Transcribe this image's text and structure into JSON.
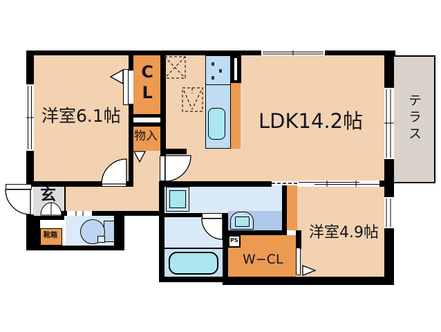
{
  "plan": {
    "type": "apartment-floorplan",
    "rooms": {
      "bedroom1": {
        "label": "洋室6.1帖"
      },
      "ldk": {
        "label": "LDK14.2帖"
      },
      "bedroom2": {
        "label": "洋室4.9帖"
      },
      "closet": {
        "label": "CL"
      },
      "storage": {
        "label": "物入"
      },
      "entrance": {
        "label": "玄"
      },
      "shoe_box": {
        "label": "靴箱"
      },
      "walk_in_closet": {
        "label": "W−CL"
      },
      "pipe_space": {
        "label": "PS"
      },
      "terrace": {
        "label": "テラス"
      }
    },
    "fixtures": [
      "kitchen-sink",
      "stove",
      "refrigerator-space",
      "washer-space",
      "washing-machine-pan",
      "washbasin",
      "toilet",
      "bathtub"
    ],
    "colors": {
      "floor_peach": "#f2d2b0",
      "closet_orange": "#ec9a52",
      "wet_area_blue": "#daeaf8",
      "fixture_blue": "#bfdcf4",
      "cyan": "#a9e6f0",
      "basin_band_blue": "#afc7ea",
      "bath_blue": "#c9dff4",
      "entrance_gray": "#dcdcdc",
      "terrace_gray": "#d9d3ca",
      "wall_black": "#000000",
      "text": "#14141e"
    }
  }
}
